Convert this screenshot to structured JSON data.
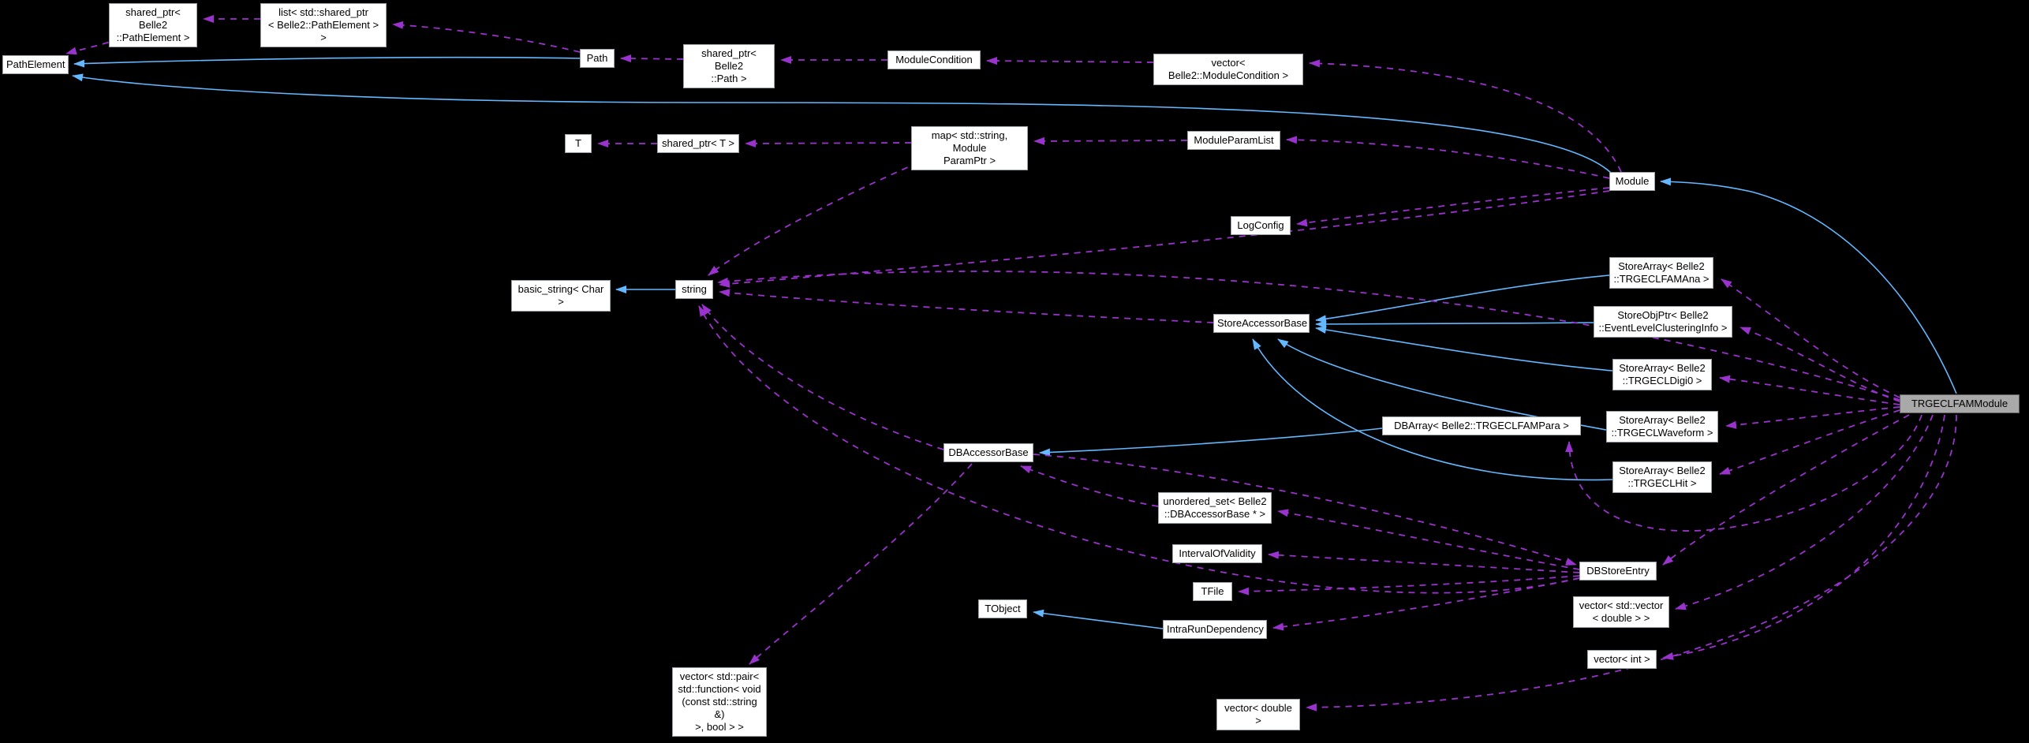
{
  "diagram": {
    "type": "doxygen-collaboration-graph",
    "main_class": "TRGECLFAMModule",
    "background_color": "#000000",
    "node_fill_color": "#ffffff",
    "node_border_color": "#9aa0a6",
    "highlighted_node_fill_color": "#a9a9a9",
    "inheritance_edge_color": "#63b8ff",
    "usage_edge_color": "#9a32cd",
    "usage_edge_style": "dashed",
    "legend": {
      "inheritance": "solid blue arrow points to base class",
      "usage": "dashed purple arrow points to used/contained class"
    }
  },
  "nodes": {
    "sptr_pathelement": {
      "label": "shared_ptr< Belle2\n::PathElement >"
    },
    "list_sptr": {
      "label": "list< std::shared_ptr\n< Belle2::PathElement > >"
    },
    "pathelement": {
      "label": "PathElement"
    },
    "path": {
      "label": "Path"
    },
    "sptr_path": {
      "label": "shared_ptr< Belle2\n::Path >"
    },
    "modulecondition": {
      "label": "ModuleCondition"
    },
    "vec_modcond": {
      "label": "vector< Belle2::ModuleCondition >"
    },
    "t": {
      "label": "T"
    },
    "sptr_t": {
      "label": "shared_ptr< T >"
    },
    "map_paramptr": {
      "label": "map< std::string, Module\nParamPtr >"
    },
    "moduleparamlist": {
      "label": "ModuleParamList"
    },
    "module": {
      "label": "Module"
    },
    "logconfig": {
      "label": "LogConfig"
    },
    "basic_string": {
      "label": "basic_string< Char >"
    },
    "string": {
      "label": "string"
    },
    "storeaccessorbase": {
      "label": "StoreAccessorBase"
    },
    "sa_famana": {
      "label": "StoreArray< Belle2\n::TRGECLFAMAna >"
    },
    "sop_elci": {
      "label": "StoreObjPtr< Belle2\n::EventLevelClusteringInfo >"
    },
    "sa_digi0": {
      "label": "StoreArray< Belle2\n::TRGECLDigi0 >"
    },
    "trgeclfammodule": {
      "label": "TRGECLFAMModule",
      "highlighted": true
    },
    "sa_waveform": {
      "label": "StoreArray< Belle2\n::TRGECLWaveform >"
    },
    "sa_hit": {
      "label": "StoreArray< Belle2\n::TRGECLHit >"
    },
    "dbarray": {
      "label": "DBArray< Belle2::TRGECLFAMPara >"
    },
    "dbaccessorbase": {
      "label": "DBAccessorBase"
    },
    "unordered_set": {
      "label": "unordered_set< Belle2\n::DBAccessorBase * >"
    },
    "iov": {
      "label": "IntervalOfValidity"
    },
    "tfile": {
      "label": "TFile"
    },
    "tobject": {
      "label": "TObject"
    },
    "intrarun": {
      "label": "IntraRunDependency"
    },
    "dbstoreentry": {
      "label": "DBStoreEntry"
    },
    "vec_vec_double": {
      "label": "vector< std::vector\n< double > >"
    },
    "vec_int": {
      "label": "vector< int >"
    },
    "vec_pair_fn": {
      "label": "vector< std::pair<\nstd::function< void\n(const std::string &)\n>, bool > >"
    },
    "vec_double": {
      "label": "vector< double >"
    }
  },
  "edges": {
    "inheritance": [
      {
        "from": "Path",
        "to": "PathElement"
      },
      {
        "from": "Module",
        "to": "PathElement"
      },
      {
        "from": "TRGECLFAMModule",
        "to": "Module"
      },
      {
        "from": "string",
        "to": "basic_string< Char >"
      },
      {
        "from": "StoreArray< Belle2::TRGECLFAMAna >",
        "to": "StoreAccessorBase"
      },
      {
        "from": "StoreObjPtr< Belle2::EventLevelClusteringInfo >",
        "to": "StoreAccessorBase"
      },
      {
        "from": "StoreArray< Belle2::TRGECLDigi0 >",
        "to": "StoreAccessorBase"
      },
      {
        "from": "StoreArray< Belle2::TRGECLWaveform >",
        "to": "StoreAccessorBase"
      },
      {
        "from": "StoreArray< Belle2::TRGECLHit >",
        "to": "StoreAccessorBase"
      },
      {
        "from": "DBArray< Belle2::TRGECLFAMPara >",
        "to": "DBAccessorBase"
      },
      {
        "from": "IntraRunDependency",
        "to": "TObject"
      }
    ],
    "usage": [
      {
        "from": "list< std::shared_ptr< Belle2::PathElement > >",
        "to": "shared_ptr< Belle2::PathElement >"
      },
      {
        "from": "shared_ptr< Belle2::PathElement >",
        "to": "PathElement"
      },
      {
        "from": "Path",
        "to": "list< std::shared_ptr< Belle2::PathElement > >"
      },
      {
        "from": "shared_ptr< Belle2::Path >",
        "to": "Path"
      },
      {
        "from": "ModuleCondition",
        "to": "shared_ptr< Belle2::Path >"
      },
      {
        "from": "vector< Belle2::ModuleCondition >",
        "to": "ModuleCondition"
      },
      {
        "from": "Module",
        "to": "vector< Belle2::ModuleCondition >"
      },
      {
        "from": "shared_ptr< T >",
        "to": "T"
      },
      {
        "from": "map< std::string, ModuleParamPtr >",
        "to": "shared_ptr< T >"
      },
      {
        "from": "ModuleParamList",
        "to": "map< std::string, ModuleParamPtr >"
      },
      {
        "from": "Module",
        "to": "ModuleParamList"
      },
      {
        "from": "Module",
        "to": "LogConfig"
      },
      {
        "from": "Module",
        "to": "string"
      },
      {
        "from": "map< std::string, ModuleParamPtr >",
        "to": "string"
      },
      {
        "from": "StoreAccessorBase",
        "to": "string"
      },
      {
        "from": "DBAccessorBase",
        "to": "string"
      },
      {
        "from": "DBStoreEntry",
        "to": "string"
      },
      {
        "from": "TRGECLFAMModule",
        "to": "string"
      },
      {
        "from": "TRGECLFAMModule",
        "to": "StoreArray< Belle2::TRGECLFAMAna >"
      },
      {
        "from": "TRGECLFAMModule",
        "to": "StoreObjPtr< Belle2::EventLevelClusteringInfo >"
      },
      {
        "from": "TRGECLFAMModule",
        "to": "StoreArray< Belle2::TRGECLDigi0 >"
      },
      {
        "from": "TRGECLFAMModule",
        "to": "StoreArray< Belle2::TRGECLWaveform >"
      },
      {
        "from": "TRGECLFAMModule",
        "to": "StoreArray< Belle2::TRGECLHit >"
      },
      {
        "from": "TRGECLFAMModule",
        "to": "DBArray< Belle2::TRGECLFAMPara >"
      },
      {
        "from": "TRGECLFAMModule",
        "to": "DBStoreEntry"
      },
      {
        "from": "TRGECLFAMModule",
        "to": "vector< std::vector< double > >"
      },
      {
        "from": "TRGECLFAMModule",
        "to": "vector< int >"
      },
      {
        "from": "TRGECLFAMModule",
        "to": "vector< double >"
      },
      {
        "from": "DBStoreEntry",
        "to": "unordered_set< Belle2::DBAccessorBase * >"
      },
      {
        "from": "DBStoreEntry",
        "to": "IntervalOfValidity"
      },
      {
        "from": "DBStoreEntry",
        "to": "TFile"
      },
      {
        "from": "DBStoreEntry",
        "to": "IntraRunDependency"
      },
      {
        "from": "DBAccessorBase",
        "to": "DBStoreEntry"
      },
      {
        "from": "unordered_set< Belle2::DBAccessorBase * >",
        "to": "DBAccessorBase"
      },
      {
        "from": "DBAccessorBase",
        "to": "vector< std::pair< std::function< void(const std::string &) >, bool > >"
      }
    ]
  }
}
